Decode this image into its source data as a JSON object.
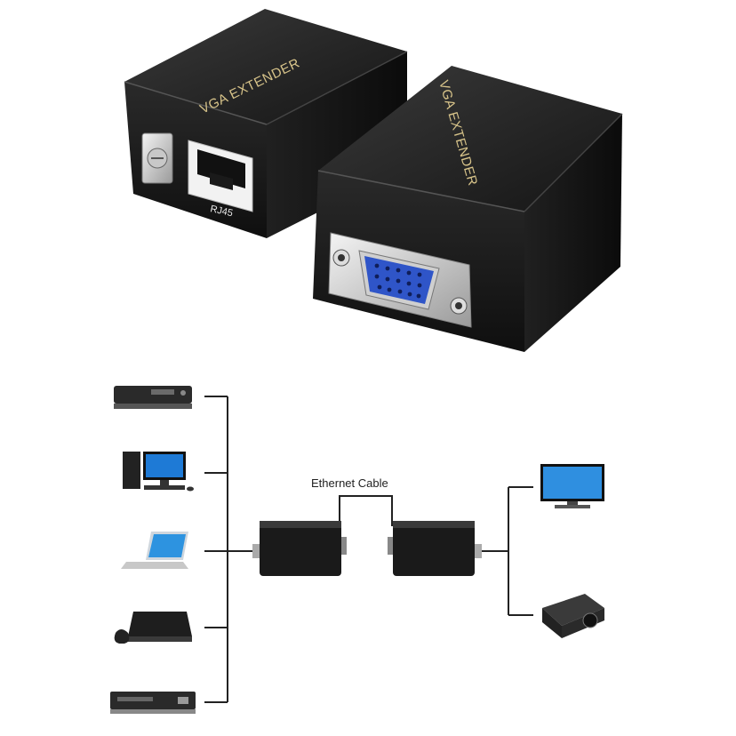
{
  "product_photo": {
    "left_unit_label": "VGA EXTENDER",
    "right_unit_label": "VGA EXTENDER",
    "port_label": "RJ45",
    "vga_port_color": "#2f55c8",
    "housing_color": "#1c1c1c"
  },
  "diagram": {
    "cable_label": "Ethernet Cable",
    "source_devices": [
      "set-top-box-icon",
      "desktop-pc-icon",
      "laptop-icon",
      "game-console-icon",
      "dvd-player-icon"
    ],
    "output_devices": [
      "monitor-icon",
      "projector-icon"
    ],
    "line_color": "#222222"
  }
}
